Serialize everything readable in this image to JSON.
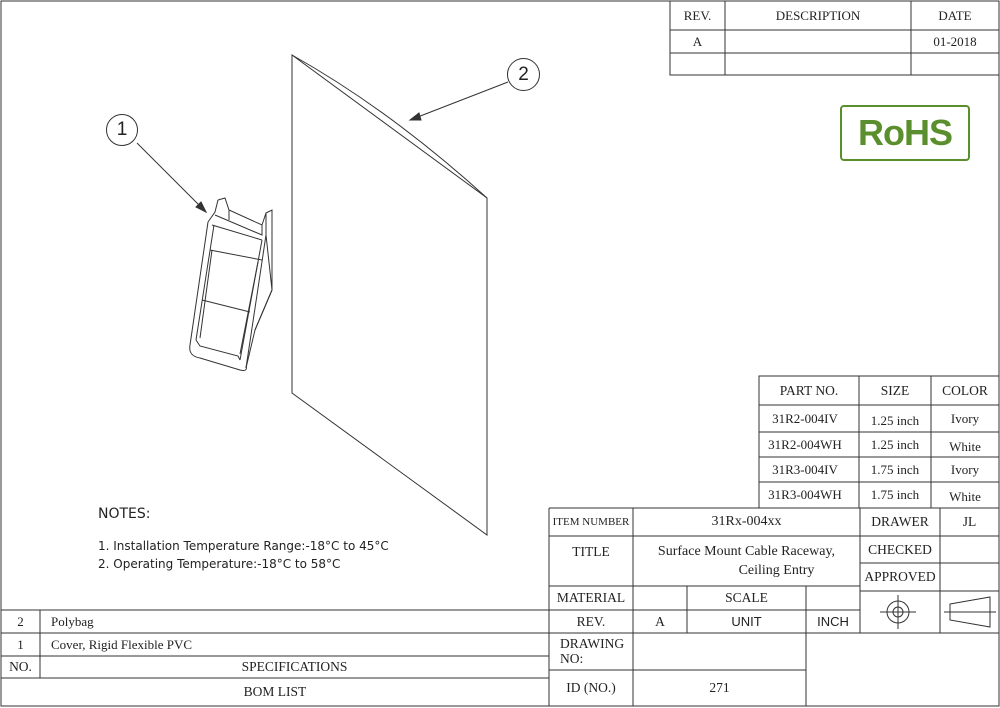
{
  "revision_table": {
    "headers": {
      "rev": "REV.",
      "description": "DESCRIPTION",
      "date": "DATE"
    },
    "rows": [
      {
        "rev": "A",
        "description": "",
        "date": "01-2018"
      },
      {
        "rev": "",
        "description": "",
        "date": ""
      }
    ]
  },
  "rohs": {
    "label": "RoHS",
    "color": "#5b8f2e"
  },
  "balloons": {
    "item1": "1",
    "item2": "2"
  },
  "parts_table": {
    "headers": {
      "part": "PART NO.",
      "size": "SIZE",
      "color": "COLOR"
    },
    "rows": [
      {
        "part": "31R2-004IV",
        "size": "1.25 inch",
        "color": "Ivory"
      },
      {
        "part": "31R2-004WH",
        "size": "1.25 inch",
        "color": "White"
      },
      {
        "part": "31R3-004IV",
        "size": "1.75 inch",
        "color": "Ivory"
      },
      {
        "part": "31R3-004WH",
        "size": "1.75 inch",
        "color": "White"
      }
    ]
  },
  "notes": {
    "heading": "NOTES:",
    "items": [
      "1. Installation Temperature Range:-18°C to 45°C",
      "2. Operating Temperature:-18°C to 58°C"
    ]
  },
  "title_block": {
    "item_number_label": "ITEM NUMBER",
    "item_number": "31Rx-004xx",
    "title_label": "TITLE",
    "title_line1": "Surface Mount Cable Raceway,",
    "title_line2": "Ceiling Entry",
    "drawer_label": "DRAWER",
    "drawer": "JL",
    "checked_label": "CHECKED",
    "checked": "",
    "approved_label": "APPROVED",
    "approved": "",
    "material_label": "MATERIAL",
    "material": "",
    "scale_label": "SCALE",
    "scale": "",
    "rev_label": "REV.",
    "rev": "A",
    "unit_label": "UNIT",
    "unit": "INCH",
    "drawing_no_label_line1": "DRAWING",
    "drawing_no_label_line2": "NO:",
    "drawing_no": "",
    "id_label": "ID (NO.)",
    "id": "271",
    "projection_symbol": "first-angle-projection-icon"
  },
  "bom": {
    "rows": [
      {
        "no": "2",
        "spec": "Polybag"
      },
      {
        "no": "1",
        "spec": "Cover, Rigid Flexible PVC"
      }
    ],
    "header_no": "NO.",
    "header_spec": "SPECIFICATIONS",
    "footer": "BOM LIST"
  }
}
